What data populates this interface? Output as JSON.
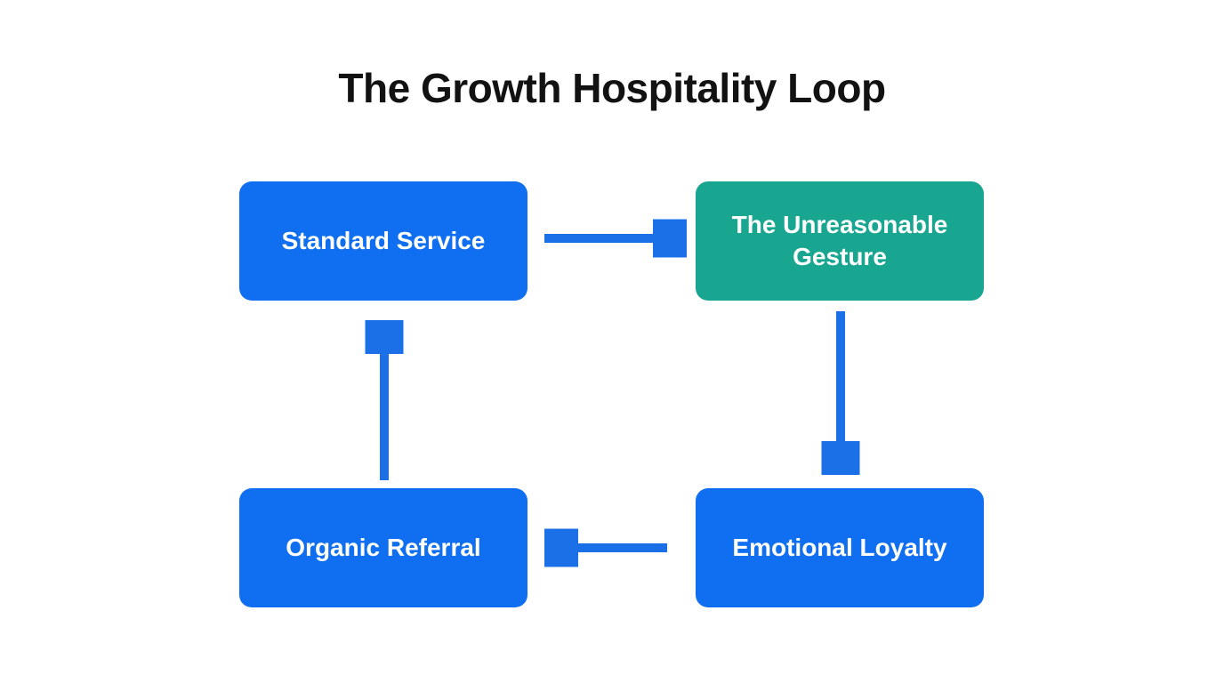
{
  "title": "The Growth Hospitality Loop",
  "colors": {
    "background": "#ffffff",
    "title_text": "#121212",
    "node_blue": "#0f6ff0",
    "node_teal": "#18a690",
    "node_text": "#ffffff",
    "arrow": "#1b70e8"
  },
  "nodes": [
    {
      "id": "standard-service",
      "label": "Standard Service",
      "color": "blue",
      "position": "top-left"
    },
    {
      "id": "unreasonable-gesture",
      "label": "The Unreasonable Gesture",
      "color": "teal",
      "position": "top-right"
    },
    {
      "id": "emotional-loyalty",
      "label": "Emotional Loyalty",
      "color": "blue",
      "position": "bottom-right"
    },
    {
      "id": "organic-referral",
      "label": "Organic Referral",
      "color": "blue",
      "position": "bottom-left"
    }
  ],
  "edges": [
    {
      "from": "standard-service",
      "to": "unreasonable-gesture",
      "direction": "right"
    },
    {
      "from": "unreasonable-gesture",
      "to": "emotional-loyalty",
      "direction": "down"
    },
    {
      "from": "emotional-loyalty",
      "to": "organic-referral",
      "direction": "left"
    },
    {
      "from": "organic-referral",
      "to": "standard-service",
      "direction": "up"
    }
  ]
}
